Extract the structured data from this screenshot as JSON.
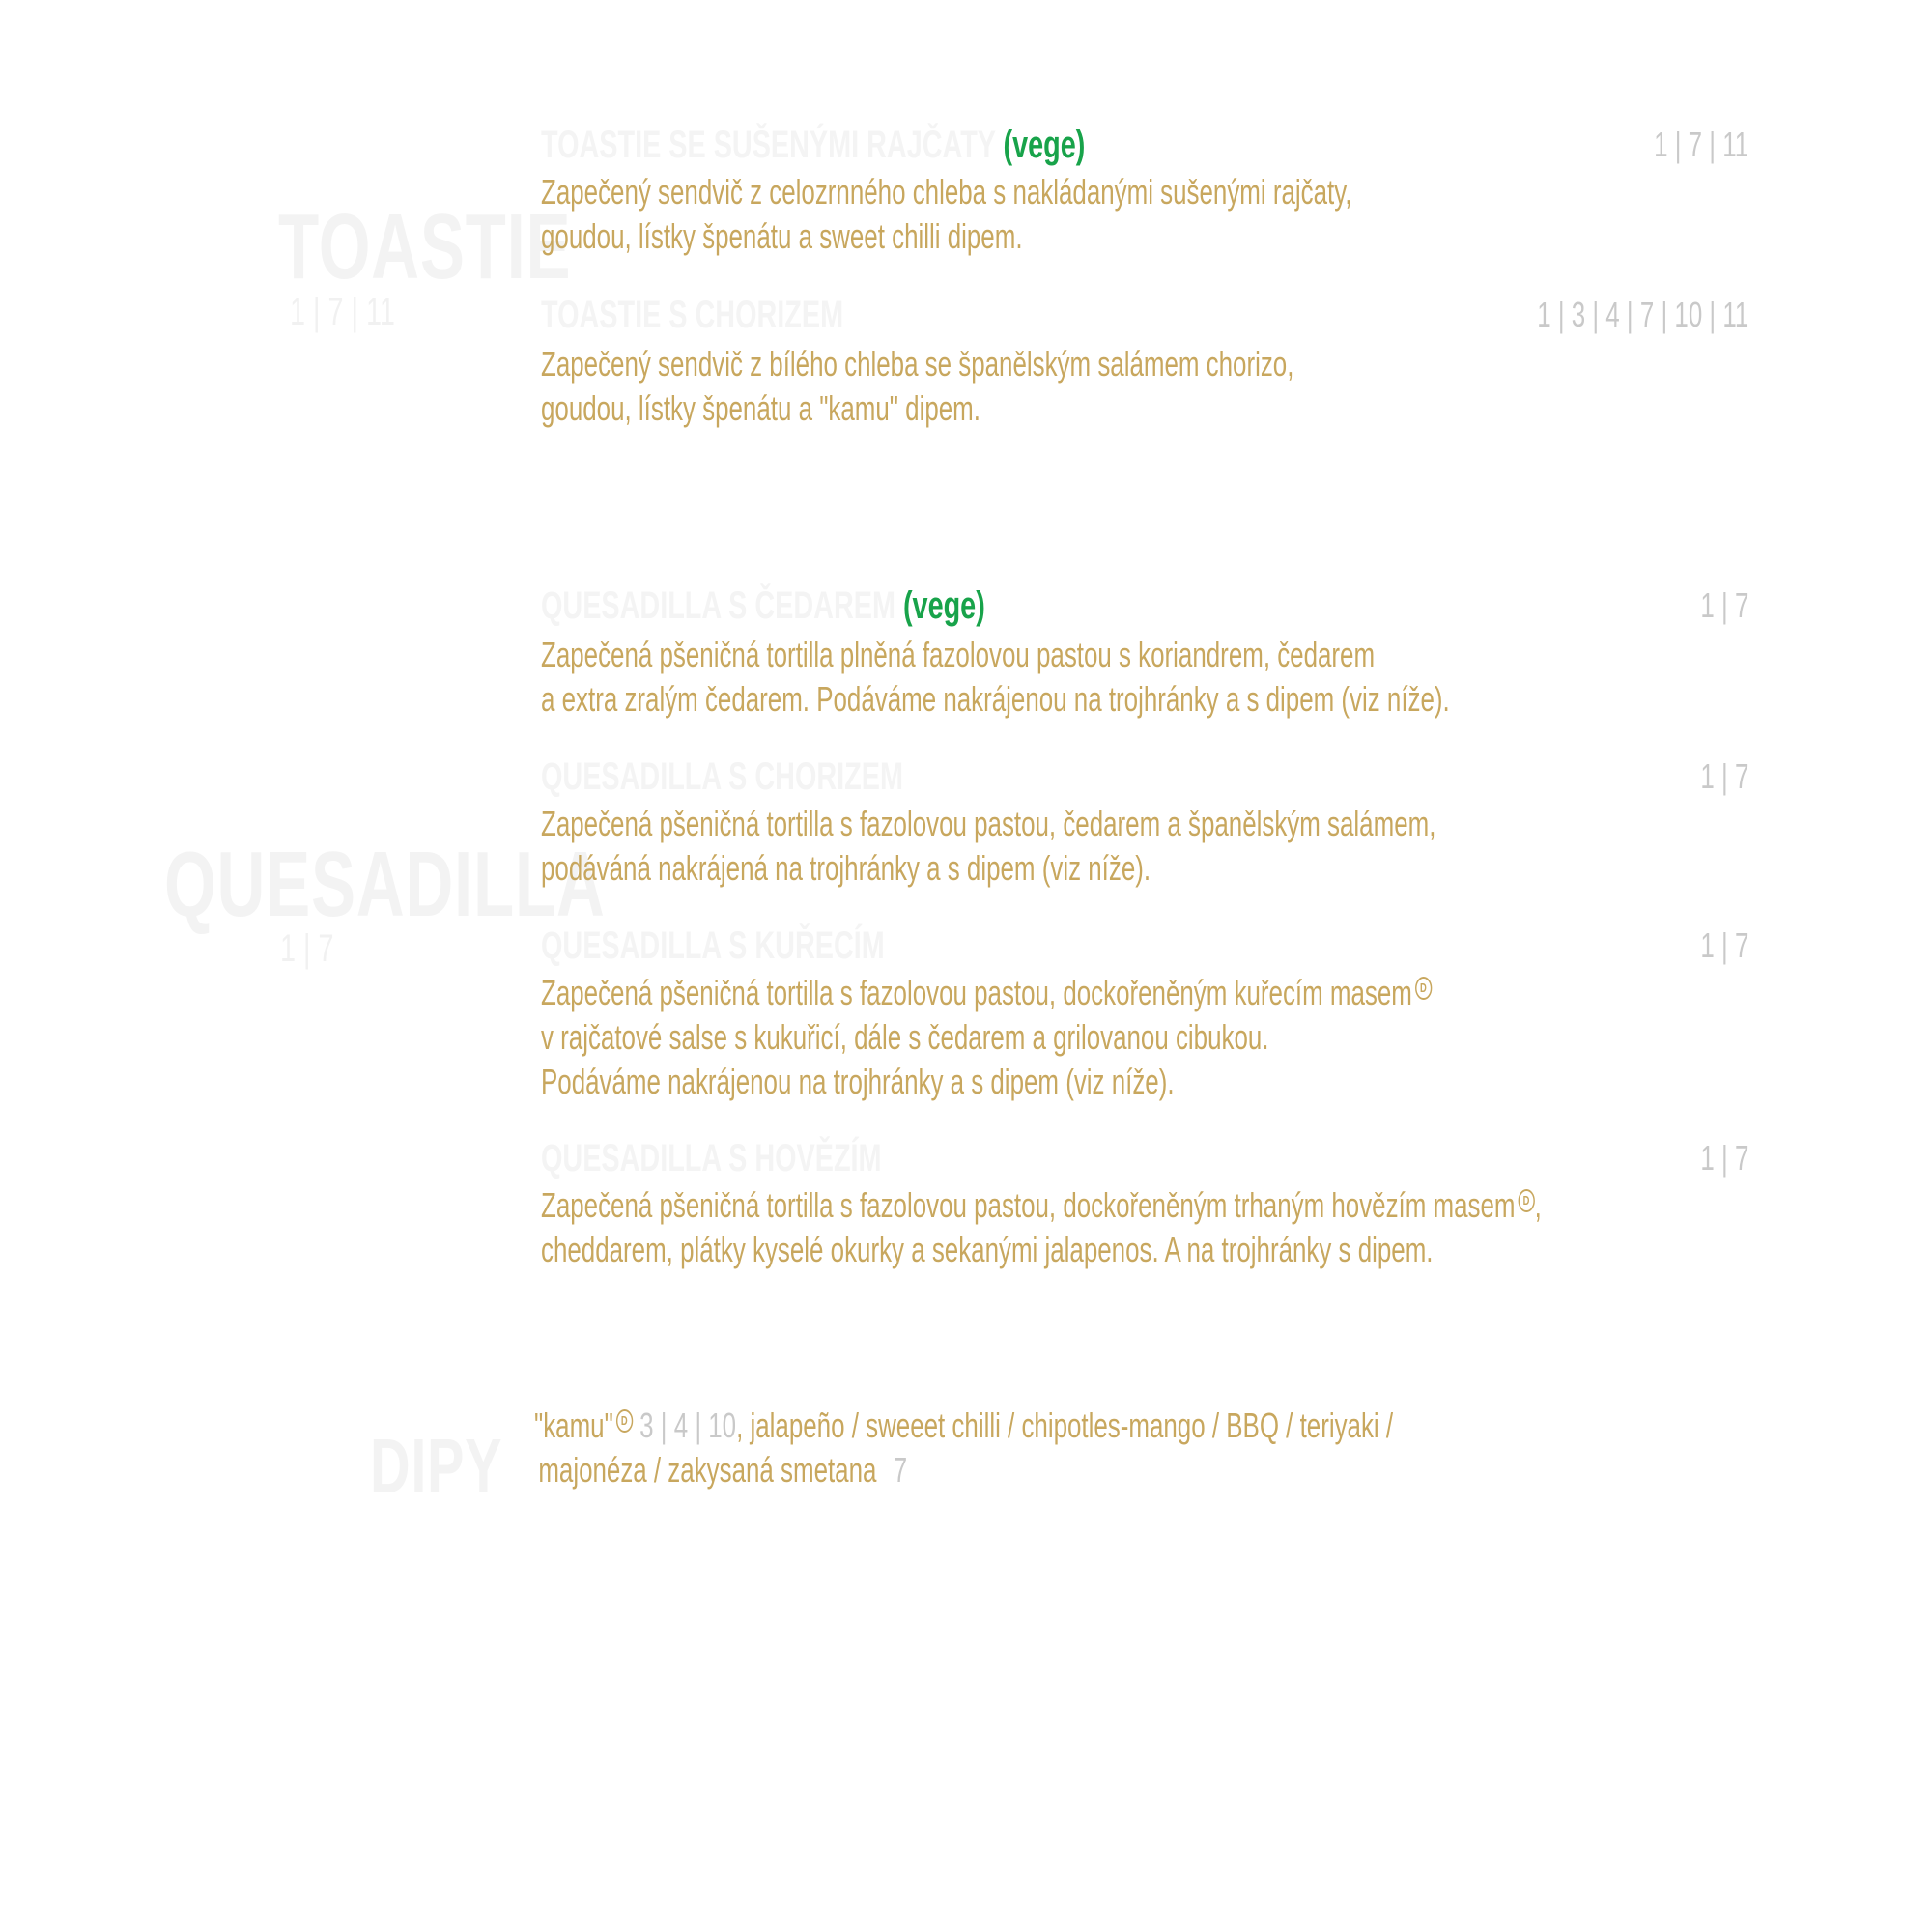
{
  "sections": {
    "toastie": {
      "title": "TOASTIE",
      "subtitle": "1 | 7 | 11",
      "items": [
        {
          "name": "TOASTIE SE SUŠENÝMI RAJČATY",
          "tag": "(vege)",
          "allergens": "1 | 7 | 11",
          "desc": [
            "Zapečený sendvič z celozrnného chleba s nakládanými sušenými rajčaty,",
            "goudou, lístky špenátu a sweet chilli dipem."
          ]
        },
        {
          "name": "TOASTIE S CHORIZEM",
          "tag": "",
          "allergens": "1 | 3 | 4 | 7 | 10 | 11",
          "desc": [
            "Zapečený sendvič z bílého chleba se španělským salámem chorizo,",
            "goudou, lístky špenátu a \"kamu\" dipem."
          ]
        }
      ]
    },
    "quesadilla": {
      "title": "QUESADILLA",
      "subtitle": "1 | 7",
      "items": [
        {
          "name": "QUESADILLA S ČEDAREM",
          "tag": "(vege)",
          "allergens": "1 | 7",
          "desc": [
            "Zapečená pšeničná tortilla plněná fazolovou pastou s koriandrem, čedarem",
            "a extra zralým čedarem. Podáváme nakrájenou na trojhránky a s dipem (viz níže)."
          ]
        },
        {
          "name": "QUESADILLA S CHORIZEM",
          "tag": "",
          "allergens": "1 | 7",
          "desc": [
            "Zapečená pšeničná tortilla s fazolovou pastou, čedarem a španělským salámem,",
            "podáváná nakrájená na trojhránky a s dipem (viz níže)."
          ]
        },
        {
          "name": "QUESADILLA S KUŘECÍM",
          "tag": "",
          "allergens": "1 | 7",
          "desc": [
            "Zapečená pšeničná tortilla s fazolovou pastou, dockořeněným kuřecím masem",
            "v rajčatové salse s kukuřicí, dále s čedarem a grilovanou cibukou.",
            "Podáváme nakrájenou na trojhránky a s dipem (viz níže)."
          ],
          "mark": "D"
        },
        {
          "name": "QUESADILLA S HOVĚZÍM",
          "tag": "",
          "allergens": "1 | 7",
          "desc": [
            "Zapečená pšeničná tortilla s fazolovou pastou, dockořeněným trhaným hovězím masem",
            "cheddarem, plátky kyselé okurky a sekanými jalapenos. A na trojhránky s dipem."
          ],
          "mark": "D",
          "mark_suffix": ","
        }
      ]
    },
    "dipy": {
      "title": "DIPY",
      "line1_a": "\"kamu\"",
      "line1_mark": "D",
      "line1_allergens": "3 | 4 | 10",
      "line1_b": ", jalapeño / sweeet chilli / chipotles-mango / BBQ / teriyaki /",
      "line2_a": "majonéza / zakysaná smetana",
      "line2_allergens": "7"
    }
  }
}
